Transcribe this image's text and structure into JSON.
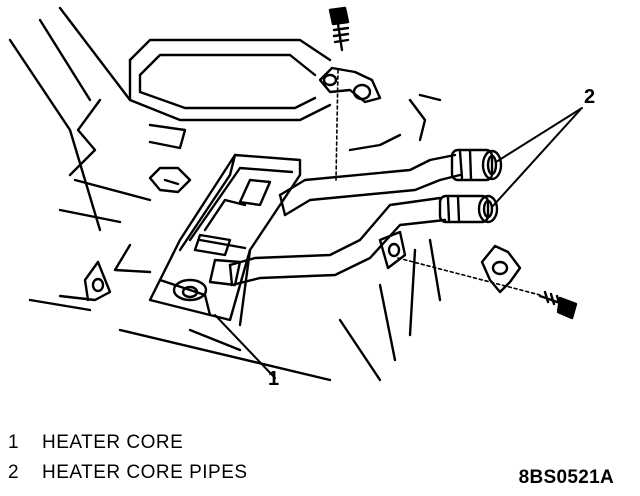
{
  "callouts": [
    {
      "number": "1",
      "label": "HEATER CORE"
    },
    {
      "number": "2",
      "label": "HEATER CORE PIPES"
    }
  ],
  "figure_code": "8BS0521A"
}
